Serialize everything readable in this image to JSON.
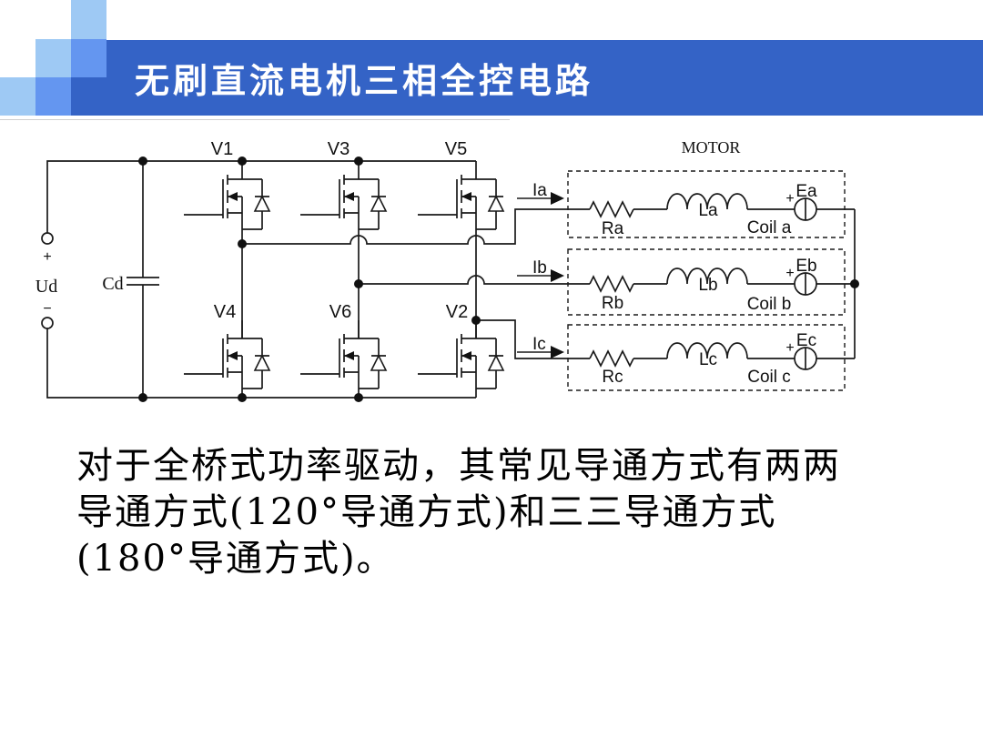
{
  "slide": {
    "title": "无刷直流电机三相全控电路",
    "body_lines": {
      "l1": "对于全桥式功率驱动，其常见导通方式有两两",
      "l2": "导通方式(120°导通方式)和三三导通方式",
      "l3": "(180°导通方式)。"
    }
  },
  "colors": {
    "title_bar": "#3463c6",
    "square_medium": "#6496f0",
    "square_light": "#9ec9f4",
    "wire": "#1a1a1a"
  },
  "circuit": {
    "dc_source": {
      "plus": "+",
      "minus": "−",
      "label": "Ud"
    },
    "capacitor_label": "Cd",
    "transistors": [
      "V1",
      "V3",
      "V5",
      "V4",
      "V6",
      "V2"
    ],
    "phase_currents": [
      "Ia",
      "Ib",
      "Ic"
    ],
    "motor": {
      "label": "MOTOR",
      "emf_plus": "+",
      "rows": [
        {
          "resistor": "Ra",
          "inductor": "La",
          "coil": "Coil a",
          "emf": "Ea"
        },
        {
          "resistor": "Rb",
          "inductor": "Lb",
          "coil": "Coil b",
          "emf": "Eb"
        },
        {
          "resistor": "Rc",
          "inductor": "Lc",
          "coil": "Coil c",
          "emf": "Ec"
        }
      ]
    }
  }
}
